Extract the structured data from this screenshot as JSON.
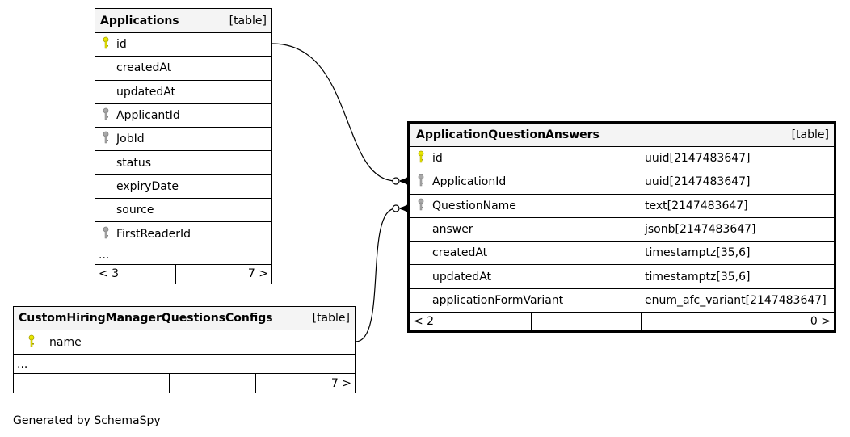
{
  "applications": {
    "name": "Applications",
    "kind": "[table]",
    "columns": [
      {
        "name": "id",
        "key": "primary"
      },
      {
        "name": "createdAt",
        "key": "none"
      },
      {
        "name": "updatedAt",
        "key": "none"
      },
      {
        "name": "ApplicantId",
        "key": "foreign"
      },
      {
        "name": "JobId",
        "key": "foreign"
      },
      {
        "name": "status",
        "key": "none"
      },
      {
        "name": "expiryDate",
        "key": "none"
      },
      {
        "name": "source",
        "key": "none"
      },
      {
        "name": "FirstReaderId",
        "key": "foreign"
      }
    ],
    "more": "...",
    "footer_left": "< 3",
    "footer_right": "7 >"
  },
  "answers": {
    "name": "ApplicationQuestionAnswers",
    "kind": "[table]",
    "columns": [
      {
        "name": "id",
        "type": "uuid[2147483647]",
        "key": "primary"
      },
      {
        "name": "ApplicationId",
        "type": "uuid[2147483647]",
        "key": "foreign"
      },
      {
        "name": "QuestionName",
        "type": "text[2147483647]",
        "key": "foreign"
      },
      {
        "name": "answer",
        "type": "jsonb[2147483647]",
        "key": "none"
      },
      {
        "name": "createdAt",
        "type": "timestamptz[35,6]",
        "key": "none"
      },
      {
        "name": "updatedAt",
        "type": "timestamptz[35,6]",
        "key": "none"
      },
      {
        "name": "applicationFormVariant",
        "type": "enum_afc_variant[2147483647]",
        "key": "none"
      }
    ],
    "footer_left": "< 2",
    "footer_right": "0 >"
  },
  "configs": {
    "name": "CustomHiringManagerQuestionsConfigs",
    "kind": "[table]",
    "columns": [
      {
        "name": "name",
        "key": "primary"
      }
    ],
    "more": "...",
    "footer_left": "",
    "footer_right": "7 >"
  },
  "footer": {
    "generated": "Generated by SchemaSpy"
  },
  "colors": {
    "primary_key": "#e8e800",
    "foreign_key": "#a8a8a8",
    "header_bg": "#f4f4f4"
  }
}
